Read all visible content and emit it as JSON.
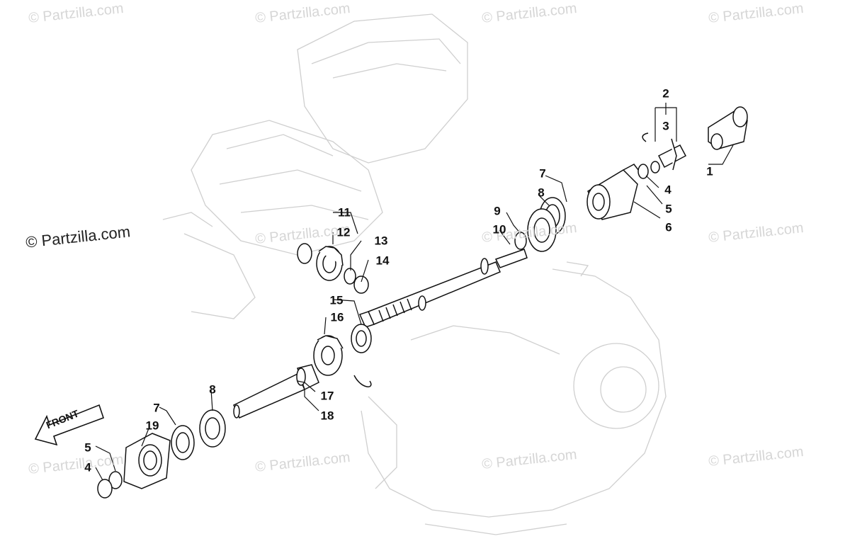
{
  "watermark": {
    "text": "© Partzilla.com"
  },
  "front_label": "FRONT",
  "callouts": [
    "1",
    "2",
    "3",
    "4",
    "5",
    "6",
    "7",
    "8",
    "9",
    "10",
    "11",
    "12",
    "13",
    "14",
    "15",
    "16",
    "17",
    "18",
    "19",
    "7",
    "8",
    "5",
    "4"
  ]
}
